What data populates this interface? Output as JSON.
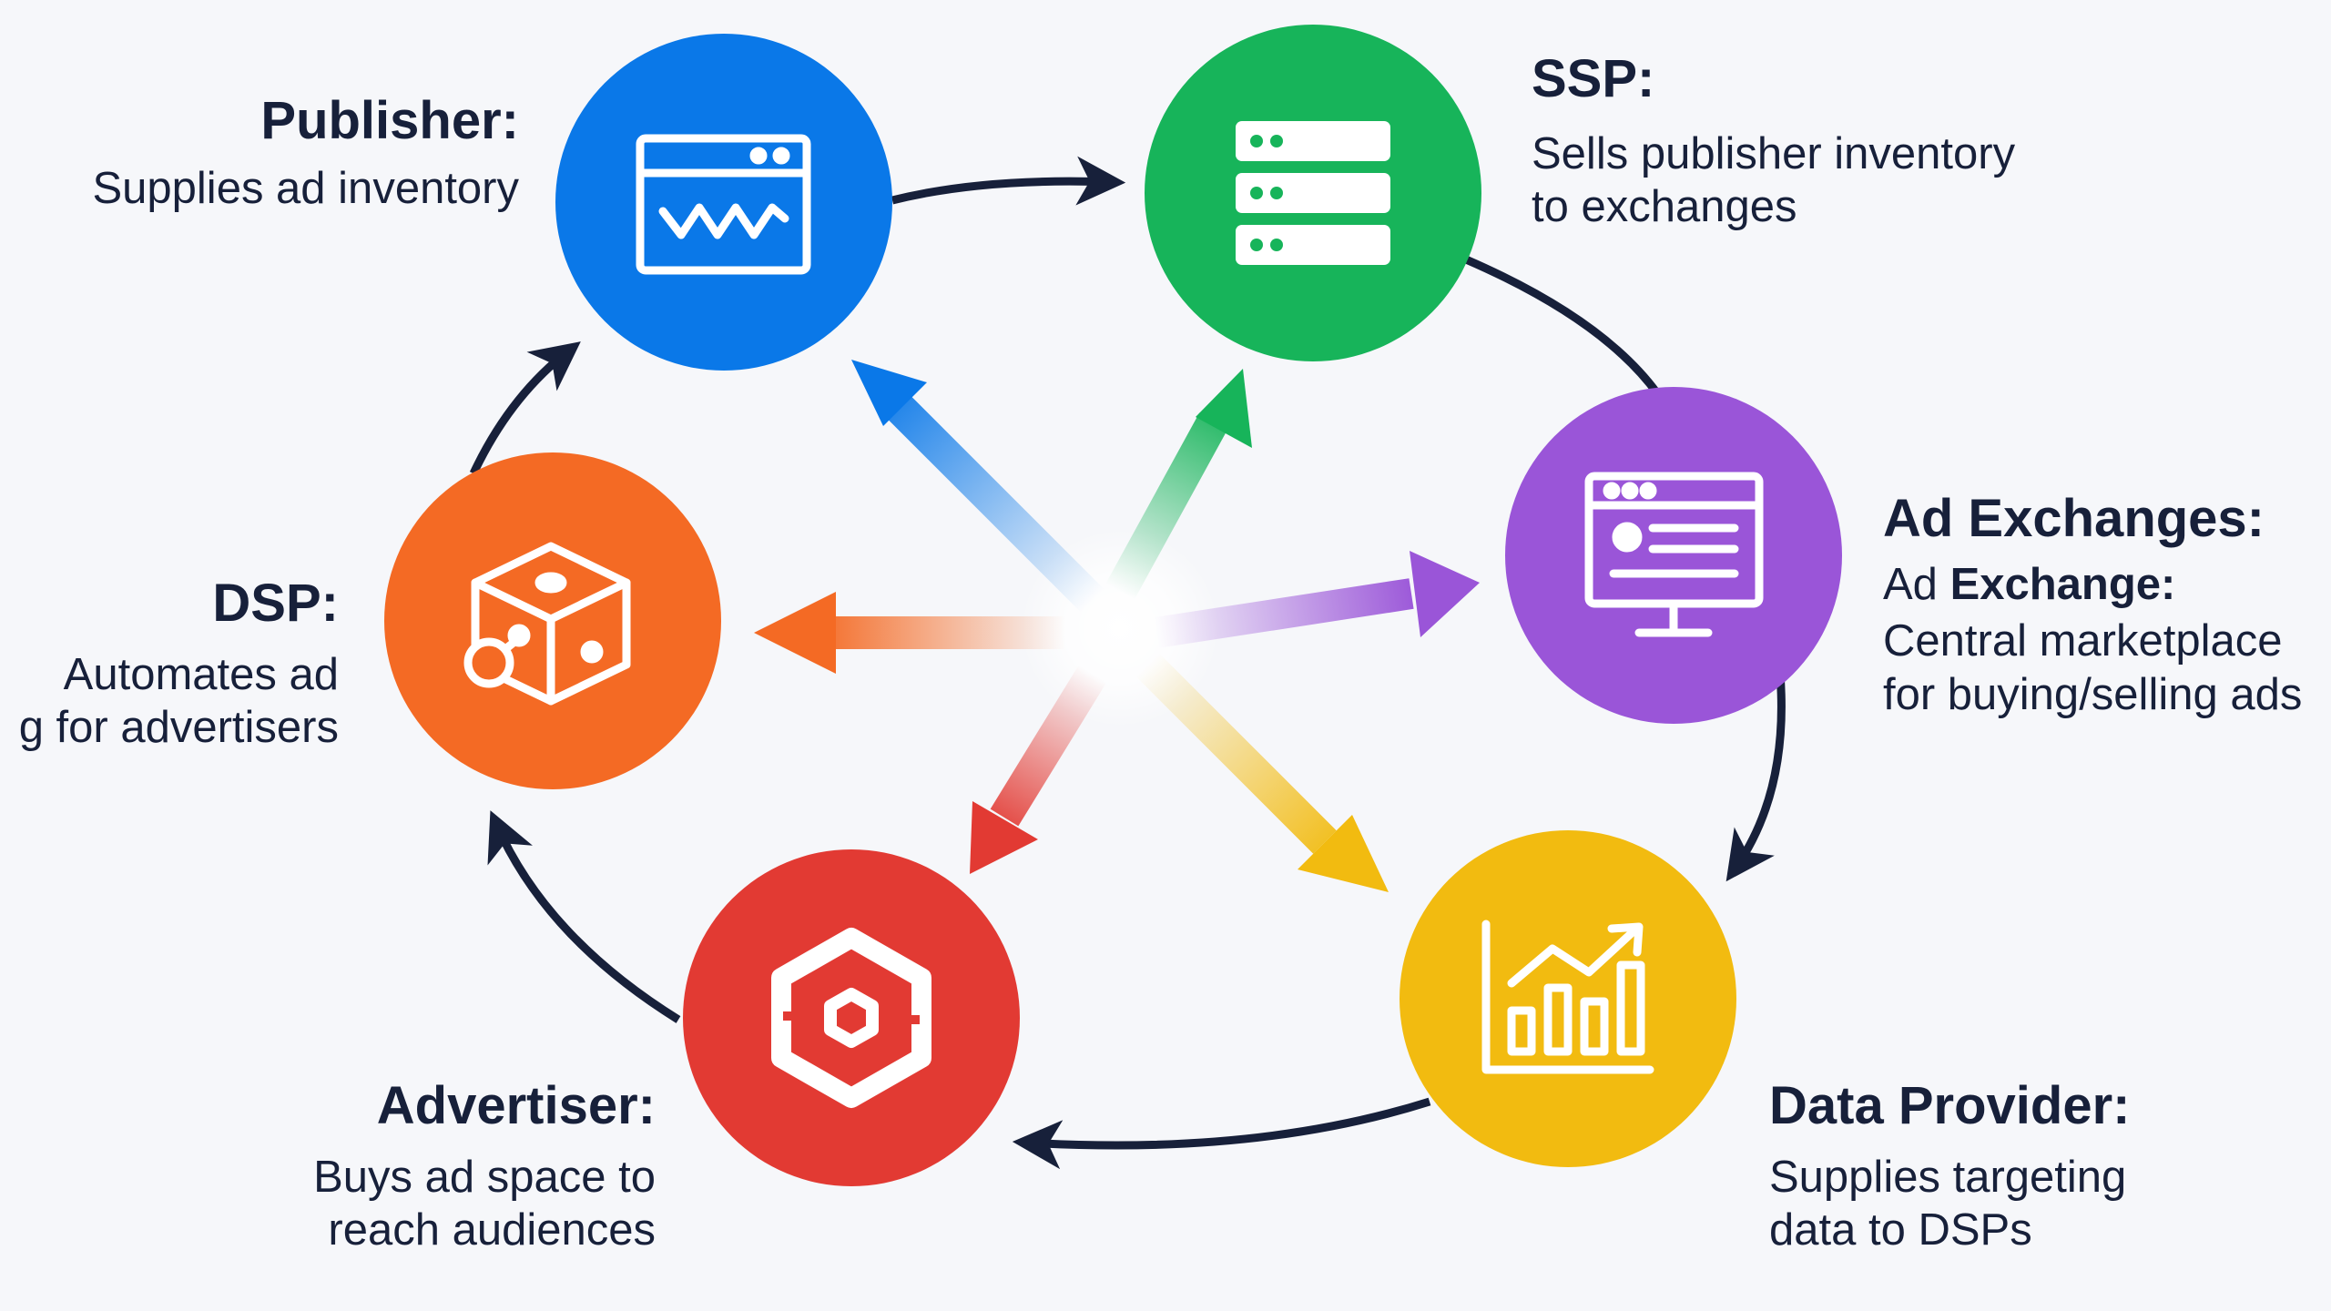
{
  "colors": {
    "publisher": "#0a78e8",
    "ssp": "#17b45a",
    "ad_exchange": "#9a55d8",
    "data_provider": "#f2bb10",
    "advertiser": "#e23a33",
    "dsp": "#f46a24",
    "cycle_arrow": "#17203a",
    "text": "#17203a"
  },
  "nodes": {
    "publisher": {
      "title": "Publisher:",
      "desc_1": "Supplies ad inventory",
      "icon": "browser-window-icon"
    },
    "ssp": {
      "title": "SSP:",
      "desc_1": "Sells publisher inventory",
      "desc_2": "to exchanges",
      "icon": "server-stack-icon"
    },
    "ad_exchange": {
      "title": "Ad Exchanges:",
      "subtitle_plain": "Ad ",
      "subtitle_bold": "Exchange:",
      "desc_1": "Central marketplace",
      "desc_2": "for buying/selling ads",
      "icon": "desktop-monitor-icon"
    },
    "data_provider": {
      "title": "Data Provider:",
      "desc_1": "Supplies targeting",
      "desc_2": "data to DSPs",
      "icon": "growth-chart-icon"
    },
    "advertiser": {
      "title": "Advertiser:",
      "desc_1": "Buys ad space to",
      "desc_2": "reach audiences",
      "icon": "target-hexagon-icon"
    },
    "dsp": {
      "title": "DSP:",
      "desc_1": "Automates ad",
      "desc_2": "g for advertisers",
      "icon": "cube-magnifier-icon"
    }
  }
}
